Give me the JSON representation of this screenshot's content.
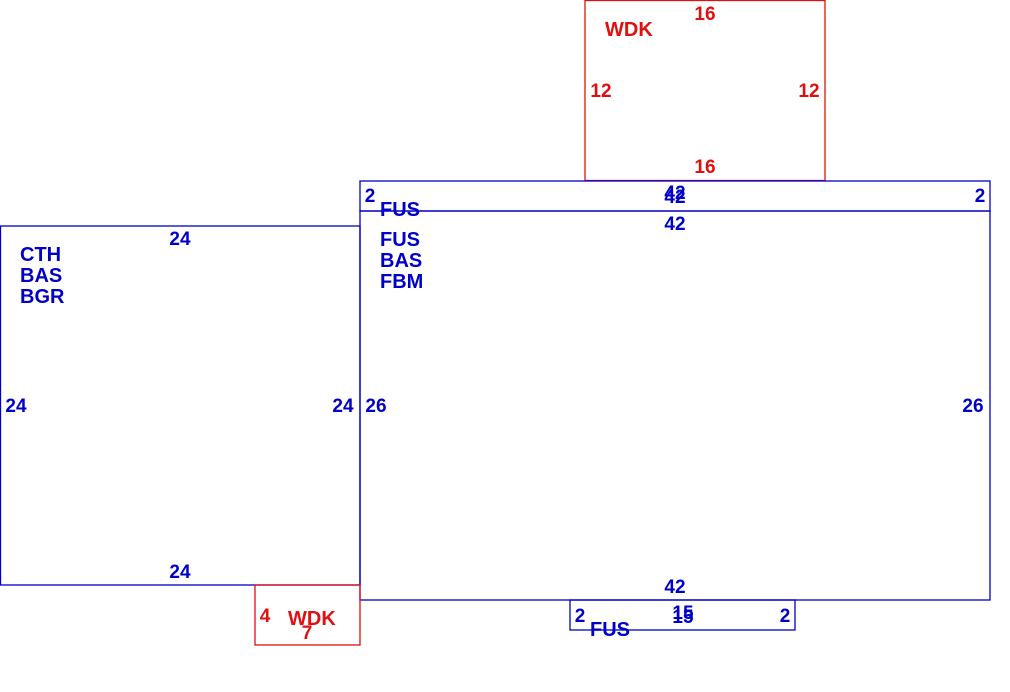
{
  "colors": {
    "blue": "#0000c8",
    "red": "#e01010",
    "background": "#ffffff"
  },
  "sketch": {
    "main_area": {
      "labels": [
        "FUS",
        "BAS",
        "FBM"
      ],
      "dims": {
        "top": "42",
        "bottom": "42",
        "left": "26",
        "right": "26"
      }
    },
    "upper_strip": {
      "label": "FUS",
      "dims": {
        "top": "42",
        "bottom": "42",
        "left": "2",
        "right": "2"
      }
    },
    "left_area": {
      "labels": [
        "CTH",
        "BAS",
        "BGR"
      ],
      "dims": {
        "top": "24",
        "bottom": "24",
        "left": "24",
        "right": "24"
      }
    },
    "top_deck": {
      "label": "WDK",
      "dims": {
        "top": "16",
        "bottom": "16",
        "left": "12",
        "right": "12"
      }
    },
    "bottom_deck": {
      "label": "WDK",
      "dims": {
        "left": "4",
        "bottom": "7"
      }
    },
    "bottom_strip": {
      "label": "FUS",
      "dims": {
        "top": "15",
        "bottom": "15",
        "left": "2",
        "right": "2"
      }
    }
  }
}
